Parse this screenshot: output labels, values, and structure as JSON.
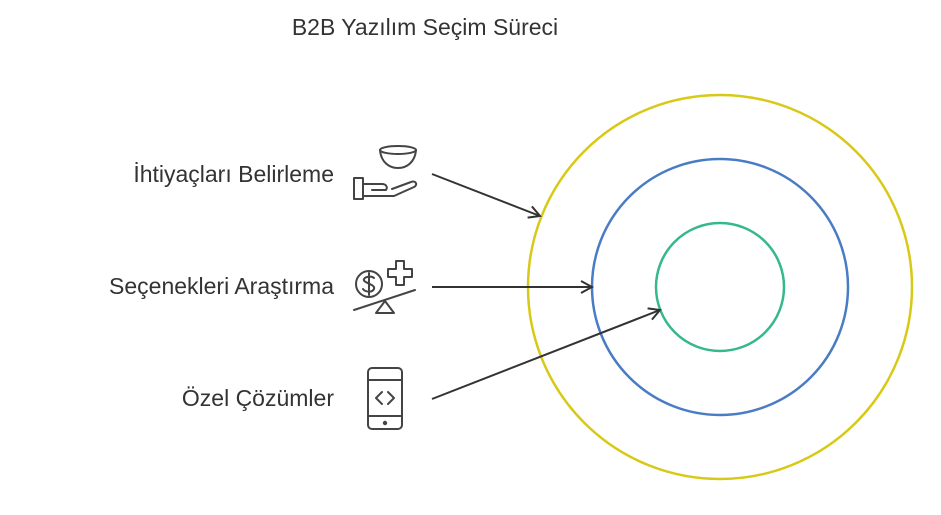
{
  "title": "B2B Yazılım Seçim Süreci",
  "stages": [
    {
      "label": "İhtiyaçları Belirleme",
      "icon": "hand-holding-bowl-icon",
      "ring": "outer",
      "ring_color": "#d8c916"
    },
    {
      "label": "Seçenekleri Araştırma",
      "icon": "balance-money-health-icon",
      "ring": "middle",
      "ring_color": "#4a7cc4"
    },
    {
      "label": "Özel Çözümler",
      "icon": "phone-code-icon",
      "ring": "inner",
      "ring_color": "#35b88a"
    }
  ],
  "colors": {
    "text": "#333333",
    "arrow": "#333333",
    "icon": "#444444"
  }
}
